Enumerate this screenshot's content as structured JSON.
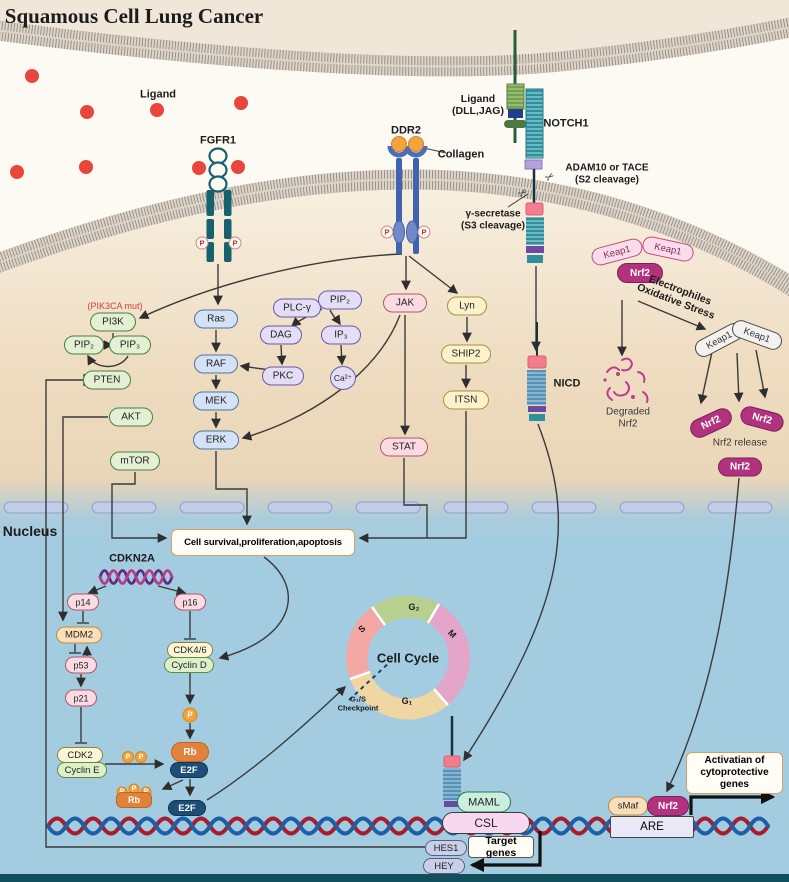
{
  "title": "Squamous Cell Lung Cancer",
  "extracellular": {
    "ligand": "Ligand"
  },
  "receptors": {
    "fgfr1": "FGFR1",
    "ddr2": "DDR2",
    "collagen": "Collagen",
    "notch_ligand_l1": "Ligand",
    "notch_ligand_l2": "(DLL,JAG)",
    "notch1": "NOTCH1",
    "adam_l1": "ADAM10 or TACE",
    "adam_l2": "(S2 cleavage)",
    "gsec_l1": "γ-secretase",
    "gsec_l2": "(S3 cleavage)",
    "nicd": "NICD",
    "scissors": "✂",
    "p": "P"
  },
  "pi3k_axis": {
    "mut": "(PIK3CA mut)",
    "pi3k": "PI3K",
    "pip2": "PIP₂",
    "pip3": "PIP₃",
    "pten": "PTEN",
    "akt": "AKT",
    "mtor": "mTOR"
  },
  "mapk_axis": {
    "ras": "Ras",
    "raf": "RAF",
    "mek": "MEK",
    "erk": "ERK"
  },
  "plc_axis": {
    "plcg": "PLC-γ",
    "pip2": "PIP₂",
    "dag": "DAG",
    "ip3": "IP₃",
    "pkc": "PKC",
    "ca": "Ca²⁺"
  },
  "jak_axis": {
    "jak": "JAK",
    "stat": "STAT"
  },
  "lyn_axis": {
    "lyn": "Lyn",
    "ship2": "SHIP2",
    "itsn": "ITSN"
  },
  "nrf2_pathway": {
    "keap1": "Keap1",
    "nrf2": "Nrf2",
    "stress_l1": "Electrophiles",
    "stress_l2": "Oxidative Stress",
    "degraded_l1": "Degraded",
    "degraded_l2": "Nrf2",
    "release": "Nrf2 release",
    "smaf": "sMaf",
    "are": "ARE",
    "activation": "Activatian of cytoprotective genes"
  },
  "nucleus": {
    "label": "Nucleus",
    "cdkn2a": "CDKN2A",
    "survival": "Cell survival,proliferation,apoptosis",
    "p14": "p14",
    "p16": "p16",
    "mdm2": "MDM2",
    "p53": "p53",
    "p21": "p21",
    "cdk2": "CDK2",
    "cyclin_e": "Cyclin E",
    "cdk46": "CDK4/6",
    "cyclin_d": "Cyclin D",
    "rb": "Rb",
    "e2f": "E2F",
    "p": "P",
    "cell_cycle": {
      "title": "Cell Cycle",
      "g1": "G₁",
      "g2": "G₂",
      "s": "S",
      "m": "M",
      "cp_l1": "G₁/S",
      "cp_l2": "Checkpoint"
    },
    "maml": "MAML",
    "csl": "CSL",
    "hes1": "HES1",
    "hey": "HEY",
    "target_genes": "Target genes"
  },
  "colors": {
    "accent_magenta": "#b13380",
    "membrane": "#9a9086",
    "nucleus_bg": "#a4cce0",
    "dna_red": "#a81c2e",
    "dna_blue": "#1d5fa6"
  }
}
